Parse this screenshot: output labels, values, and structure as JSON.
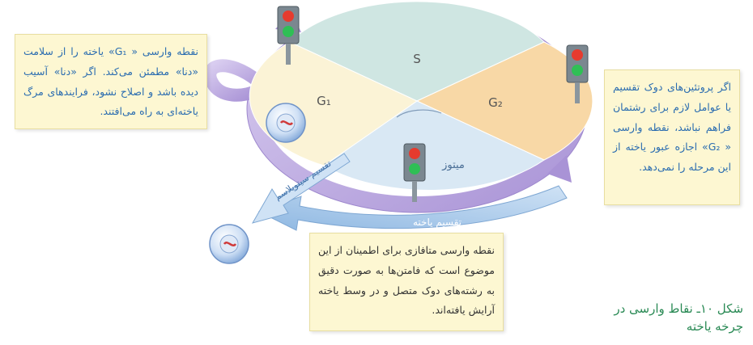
{
  "phases": {
    "s": "S",
    "g1": "G₁",
    "g2": "G₂",
    "mitosis": "میتوز"
  },
  "arrows": {
    "cytokinesis": "تقسیم سیتوپلاسم",
    "cell_division": "تقسیم یاخته"
  },
  "notes": {
    "g1_checkpoint": "نقطه وارسی « G₁» یاخته را از سلامت «دنا» مطمئن می‌کند. اگر «دنا» آسیب دیده باشد و اصلاح نشود، فرایندهای مرگ یاخته‌ای به راه می‌افتند.",
    "g2_checkpoint": "اگر پروتئین‌های دوک تقسیم یا عوامل لازم برای رشتمان فراهم نباشد، نقطه وارسی « G₂» اجازه عبور یاخته از این مرحله را نمی‌دهد.",
    "metaphase_checkpoint": "نقطه وارسی متافازی برای اطمینان از این موضوع است که فامتن‌ها به صورت دقیق به رشته‌های دوک متصل و در وسط یاخته آرایش یافته‌اند."
  },
  "caption": "شکل ۱۰ـ نقاط وارسی در چرخه یاخته",
  "colors": {
    "s_phase": "#cfe6e2",
    "g1_phase": "#fbf3d6",
    "g2_phase": "#f8d8a6",
    "mitosis_phase": "#d9e8f4",
    "cycle_arrow": "#b9a6dc",
    "division_arrow": "#9fc4e8",
    "note_bg": "#fdf7d2",
    "caption": "#2a8a55"
  },
  "icons": [
    "traffic-light-icon",
    "cell-icon"
  ]
}
